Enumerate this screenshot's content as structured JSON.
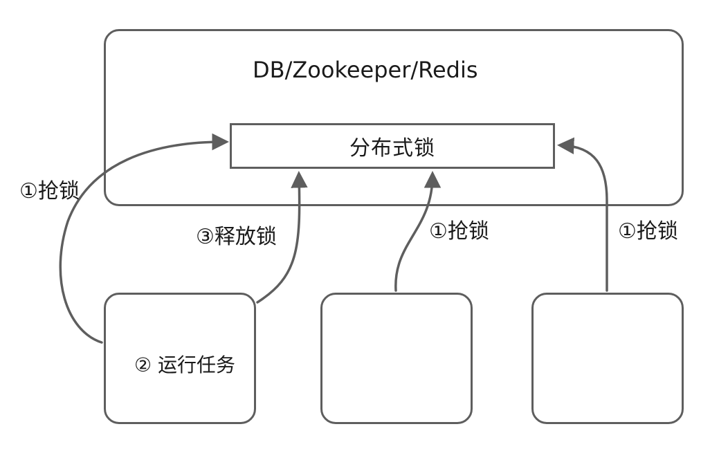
{
  "store": {
    "title": "DB/Zookeeper/Redis"
  },
  "lock": {
    "title": "分布式锁"
  },
  "clients": [
    {
      "title": "② 运行任务"
    },
    {
      "title": ""
    },
    {
      "title": ""
    }
  ],
  "steps": {
    "grab_left": "①抢锁",
    "release": "③释放锁",
    "grab_mid": "①抢锁",
    "grab_right": "①抢锁"
  },
  "colors": {
    "stroke": "#5e5e5e",
    "text": "#1a1a1a",
    "background": "#ffffff"
  }
}
